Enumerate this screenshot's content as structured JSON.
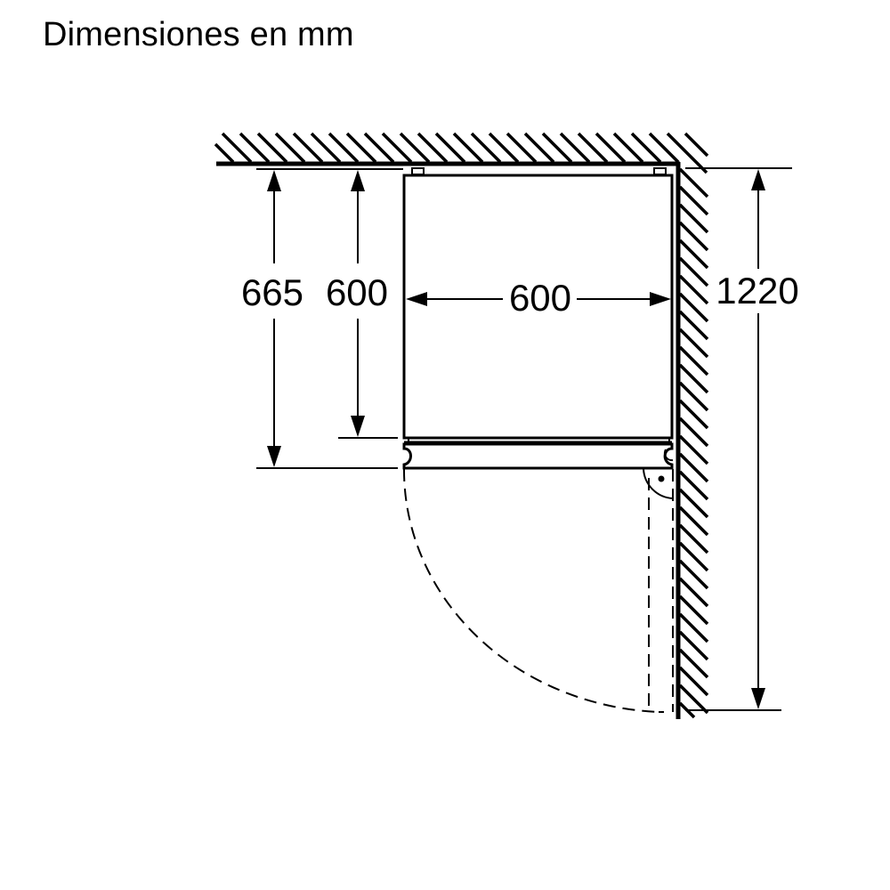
{
  "title": "Dimensiones en mm",
  "dimensions": {
    "depth_with_door": "665",
    "depth_body": "600",
    "width": "600",
    "door_swing_clearance": "1220"
  },
  "colors": {
    "line": "#000000",
    "background": "#ffffff"
  }
}
